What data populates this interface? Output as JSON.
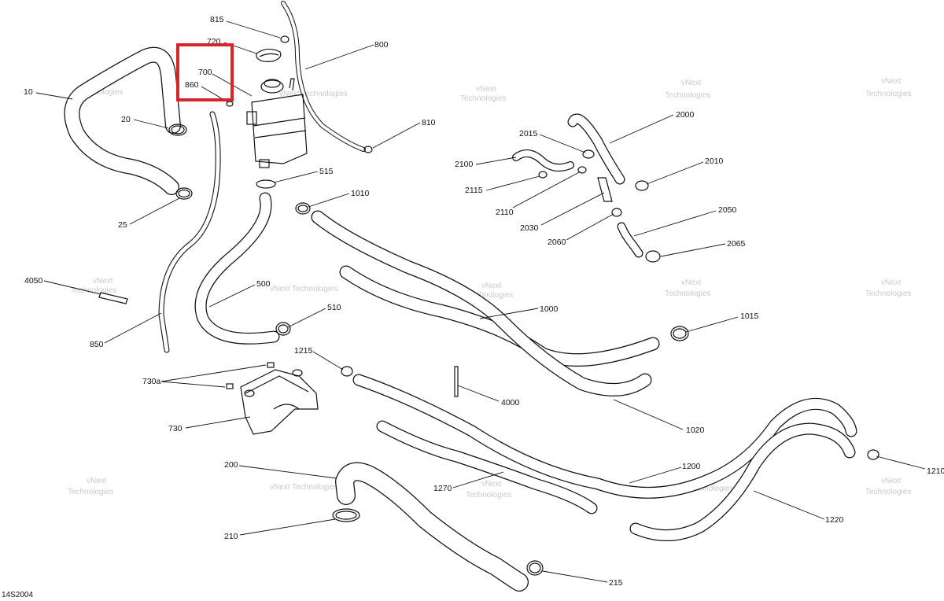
{
  "diagram_reference": "14S2004",
  "watermark": {
    "line1": "vNext",
    "line2": "Technologies",
    "inline": "vNext Technologies"
  },
  "highlight_color": "#d9252a",
  "callouts": {
    "p815": "815",
    "p720": "720",
    "p800": "800",
    "p700": "700",
    "p860": "860",
    "p10": "10",
    "p20": "20",
    "p810": "810",
    "p2015": "2015",
    "p2000": "2000",
    "p2100": "2100",
    "p2010": "2010",
    "p2115": "2115",
    "p515": "515",
    "p1010": "1010",
    "p2110": "2110",
    "p25": "25",
    "p2050": "2050",
    "p2030": "2030",
    "p2060": "2060",
    "p2065": "2065",
    "p4050": "4050",
    "p500": "500",
    "p1000": "1000",
    "p510": "510",
    "p1015": "1015",
    "p850": "850",
    "p1215": "1215",
    "p730a": "730a",
    "p4000": "4000",
    "p730": "730",
    "p1020": "1020",
    "p1210": "1210",
    "p200": "200",
    "p1200": "1200",
    "p1270": "1270",
    "p1220": "1220",
    "p210": "210",
    "p215": "215"
  }
}
